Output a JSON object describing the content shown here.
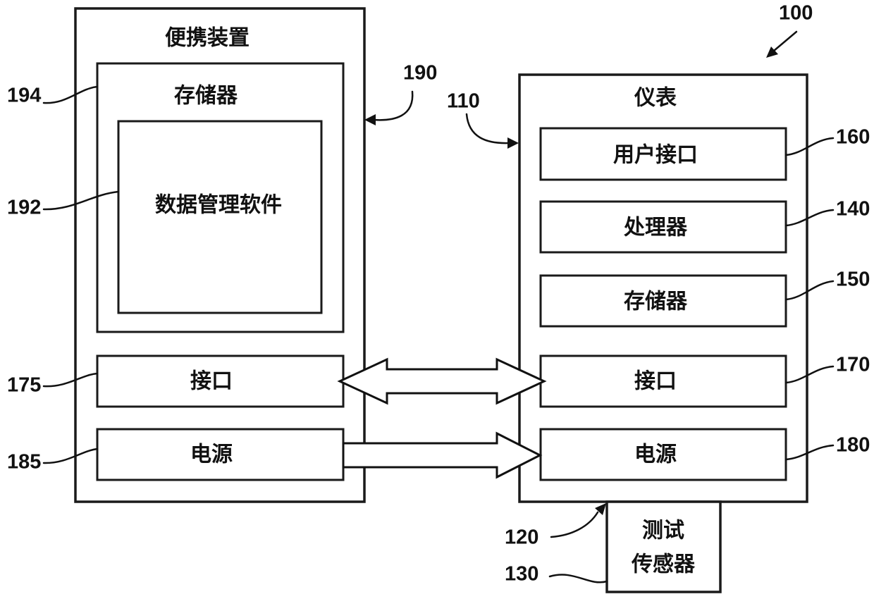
{
  "portable_device": {
    "title": "便携装置",
    "memory_label": "存储器",
    "software_label": "数据管理软件",
    "interface_label": "接口",
    "power_label": "电源"
  },
  "meter": {
    "title": "仪表",
    "user_interface_label": "用户接口",
    "processor_label": "处理器",
    "memory_label": "存储器",
    "interface_label": "接口",
    "power_label": "电源"
  },
  "test_sensor": {
    "line1": "测试",
    "line2": "传感器"
  },
  "reference_numerals": {
    "system": "100",
    "meter": "110",
    "sensor_port": "120",
    "test_sensor": "130",
    "processor": "140",
    "meter_memory": "150",
    "user_interface": "160",
    "meter_interface": "170",
    "device_interface": "175",
    "meter_power": "180",
    "device_power": "185",
    "portable_device": "190",
    "software": "192",
    "device_memory": "194"
  }
}
